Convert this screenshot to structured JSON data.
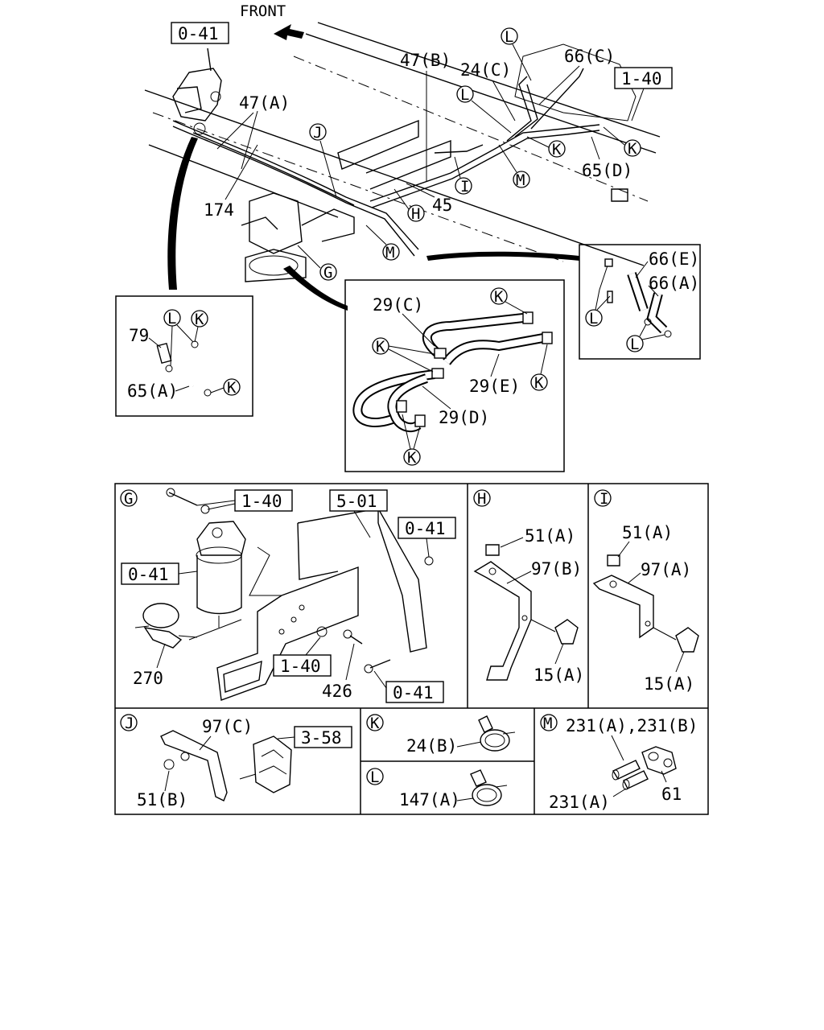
{
  "main": {
    "front": "FRONT",
    "ref_0_41": "0-41",
    "ref_1_40": "1-40",
    "p47a": "47(A)",
    "p47b": "47(B)",
    "p24c": "24(C)",
    "p66c": "66(C)",
    "p65d": "65(D)",
    "p174": "174",
    "p45": "45",
    "c_j": "J",
    "c_l": "L",
    "c_k": "K",
    "c_m": "M",
    "c_i": "I",
    "c_h": "H",
    "c_g": "G"
  },
  "inset_left": {
    "p79": "79",
    "p65a": "65(A)",
    "c_l": "L",
    "c_k": "K"
  },
  "inset_center": {
    "p29c": "29(C)",
    "p29e": "29(E)",
    "p29d": "29(D)",
    "c_k": "K"
  },
  "inset_right": {
    "p66e": "66(E)",
    "p66a": "66(A)",
    "c_l": "L"
  },
  "detail_g": {
    "letter": "G",
    "ref_1_40": "1-40",
    "ref_5_01": "5-01",
    "ref_0_41": "0-41",
    "p270": "270",
    "p426": "426"
  },
  "detail_h": {
    "letter": "H",
    "p51a": "51(A)",
    "p97b": "97(B)",
    "p15a": "15(A)"
  },
  "detail_i": {
    "letter": "I",
    "p51a": "51(A)",
    "p97a": "97(A)",
    "p15a": "15(A)"
  },
  "detail_j": {
    "letter": "J",
    "p97c": "97(C)",
    "ref_3_58": "3-58",
    "p51b": "51(B)"
  },
  "detail_k": {
    "letter": "K",
    "p24b": "24(B)"
  },
  "detail_l": {
    "letter": "L",
    "p147a": "147(A)"
  },
  "detail_m": {
    "letter": "M",
    "p231ab": "231(A),231(B)",
    "p231a": "231(A)",
    "p61": "61"
  }
}
